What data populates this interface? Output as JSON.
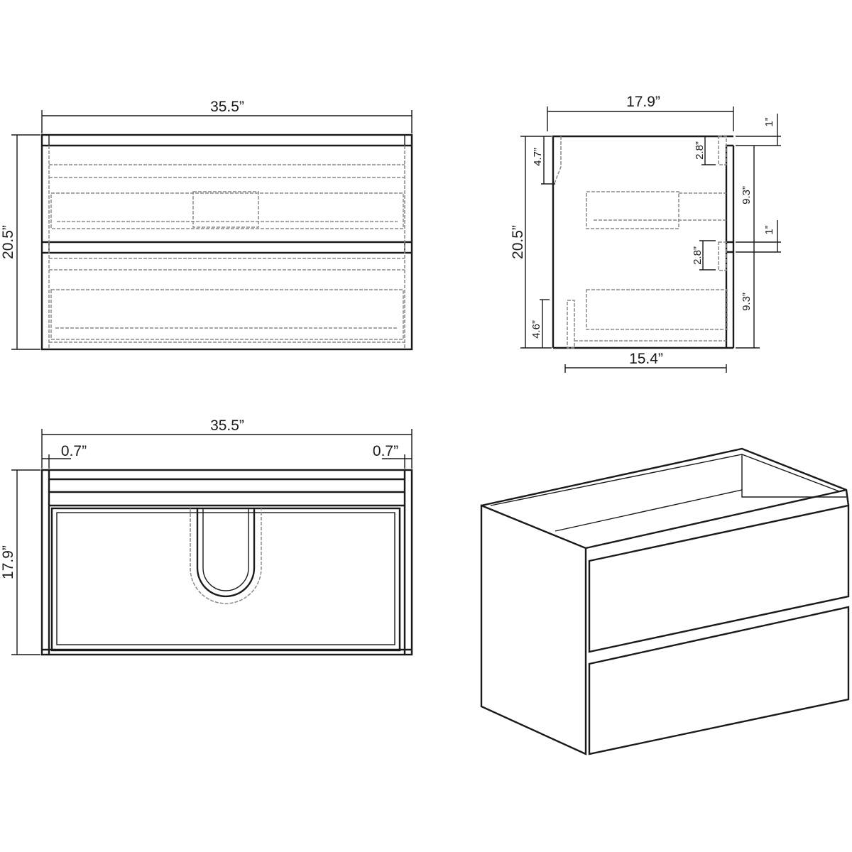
{
  "front_view": {
    "width": "35.5”",
    "height": "20.5”"
  },
  "side_view": {
    "depth": "17.9”",
    "height": "20.5”",
    "inner_depth": "15.4”",
    "top_rail": "4.7”",
    "bottom_rail": "4.6”",
    "handle_upper": "2.8”",
    "handle_lower": "2.8”",
    "gap_top": "1”",
    "gap_middle": "1”",
    "drawer_upper": "9.3”",
    "drawer_lower": "9.3”"
  },
  "top_view": {
    "width": "35.5”",
    "depth": "17.9”",
    "side_left": "0.7”",
    "side_right": "0.7”"
  },
  "colors": {
    "line": "#1a1a1a",
    "hidden_line": "#8a8a8a"
  }
}
